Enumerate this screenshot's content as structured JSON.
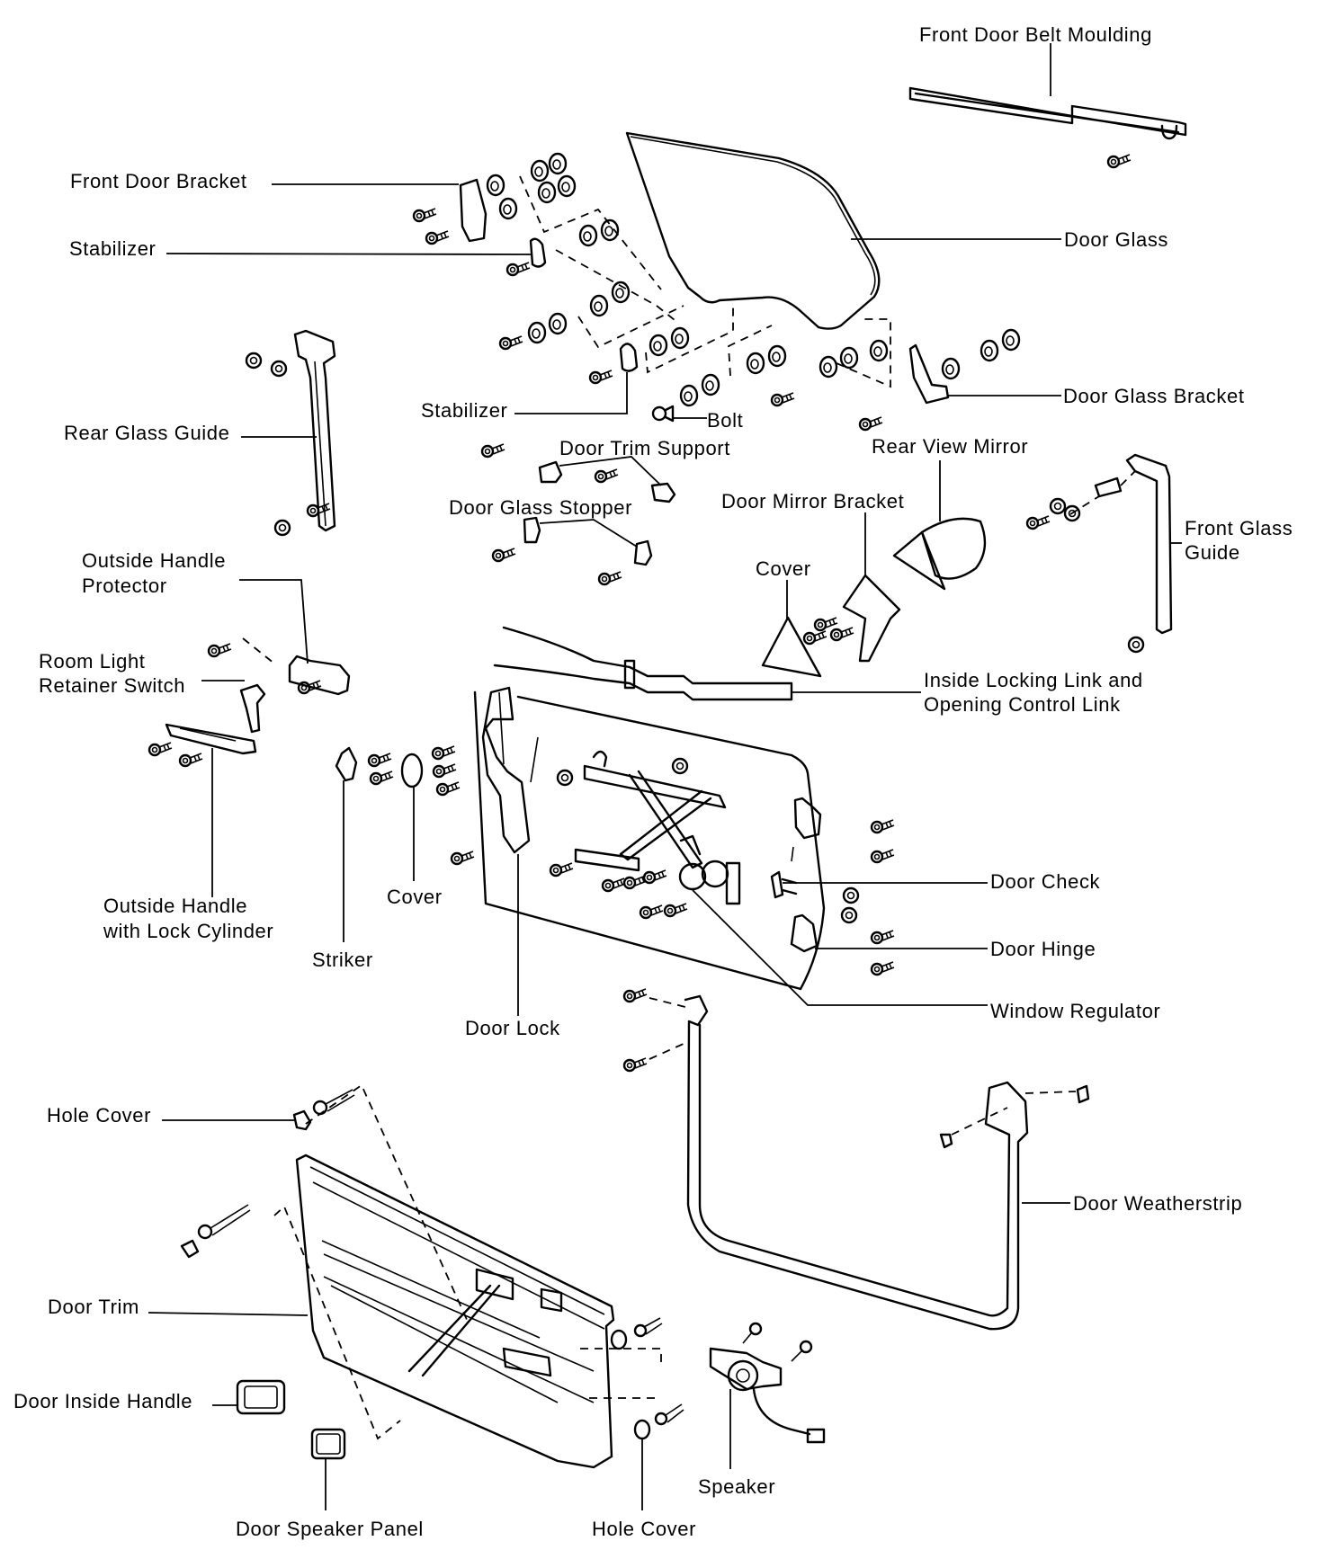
{
  "diagram": {
    "title": "Front Door Exploded View",
    "labels": {
      "front_door_belt_moulding": "Front Door Belt Moulding",
      "front_door_bracket": "Front Door Bracket",
      "stabilizer_upper": "Stabilizer",
      "door_glass": "Door Glass",
      "rear_glass_guide": "Rear Glass Guide",
      "stabilizer_lower": "Stabilizer",
      "bolt": "Bolt",
      "door_glass_bracket": "Door Glass Bracket",
      "door_trim_support": "Door Trim Support",
      "rear_view_mirror": "Rear View Mirror",
      "door_glass_stopper": "Door Glass Stopper",
      "door_mirror_bracket": "Door Mirror Bracket",
      "front_glass_guide_1": "Front Glass",
      "front_glass_guide_2": "Guide",
      "outside_handle_protector_1": "Outside Handle",
      "outside_handle_protector_2": "Protector",
      "cover_mirror": "Cover",
      "room_light_retainer_switch_1": "Room Light",
      "room_light_retainer_switch_2": "Retainer Switch",
      "inside_locking_link_1": "Inside Locking Link and",
      "inside_locking_link_2": "Opening Control Link",
      "outside_handle_lock_cylinder_1": "Outside Handle",
      "outside_handle_lock_cylinder_2": "with Lock Cylinder",
      "cover_striker": "Cover",
      "striker": "Striker",
      "door_check": "Door Check",
      "door_hinge": "Door Hinge",
      "door_lock": "Door Lock",
      "window_regulator": "Window Regulator",
      "hole_cover_upper": "Hole Cover",
      "door_weatherstrip": "Door Weatherstrip",
      "door_trim": "Door Trim",
      "door_inside_handle": "Door Inside Handle",
      "speaker": "Speaker",
      "door_speaker_panel": "Door Speaker Panel",
      "hole_cover_lower": "Hole Cover"
    }
  }
}
